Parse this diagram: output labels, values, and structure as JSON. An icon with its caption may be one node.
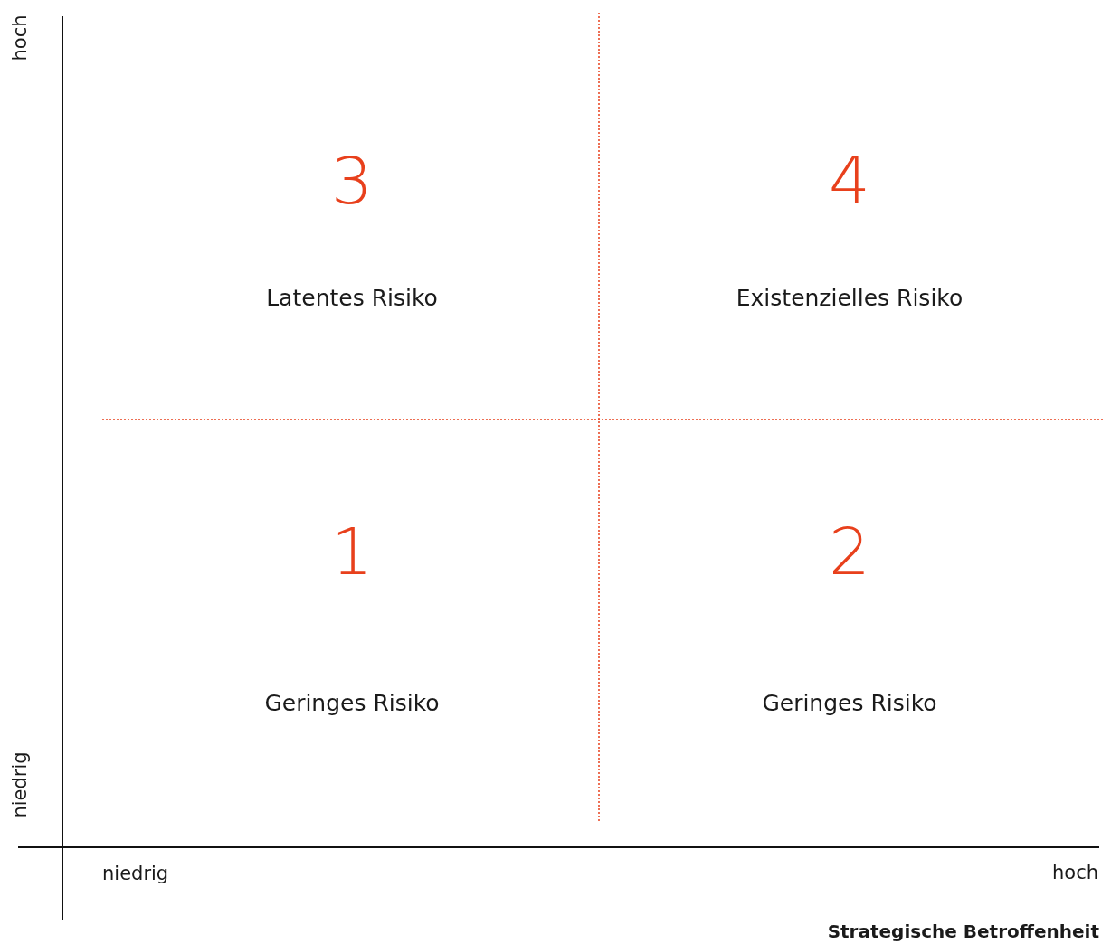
{
  "diagram": {
    "labels": [
      "hoch",
      "3",
      "Latentes Risiko",
      "4",
      "Existenzielles Risiko",
      "1",
      "Geringes Risiko",
      "2",
      "Geringes Risiko",
      "niedrig",
      "niedrig",
      "hoch",
      "Strategische Betroffenheit"
    ]
  }
}
